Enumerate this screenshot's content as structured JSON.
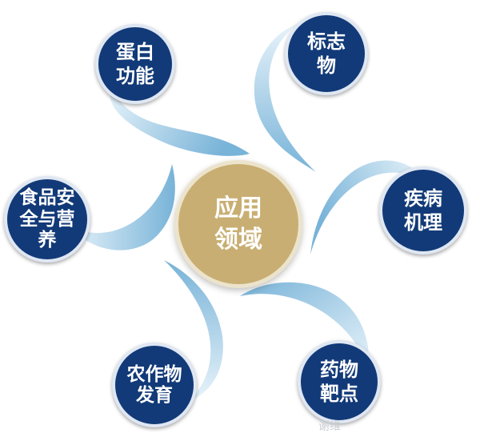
{
  "center": {
    "label": "应用\n领域",
    "color": "#c8ae72"
  },
  "nodes": [
    {
      "id": "protein-function",
      "label": "蛋白\n功能"
    },
    {
      "id": "biomarker",
      "label": "标志\n物"
    },
    {
      "id": "disease-mechanism",
      "label": "疾病\n机理"
    },
    {
      "id": "drug-target",
      "label": "药物\n靶点"
    },
    {
      "id": "crop-development",
      "label": "农作物\n发育"
    },
    {
      "id": "food-safety-nutrition",
      "label": "食品安\n全与营\n养"
    }
  ],
  "colors": {
    "node_fill": "#123a78",
    "swirl_light": "#ddeef8",
    "swirl_dark": "#7fb7da"
  },
  "watermark": "谢维"
}
